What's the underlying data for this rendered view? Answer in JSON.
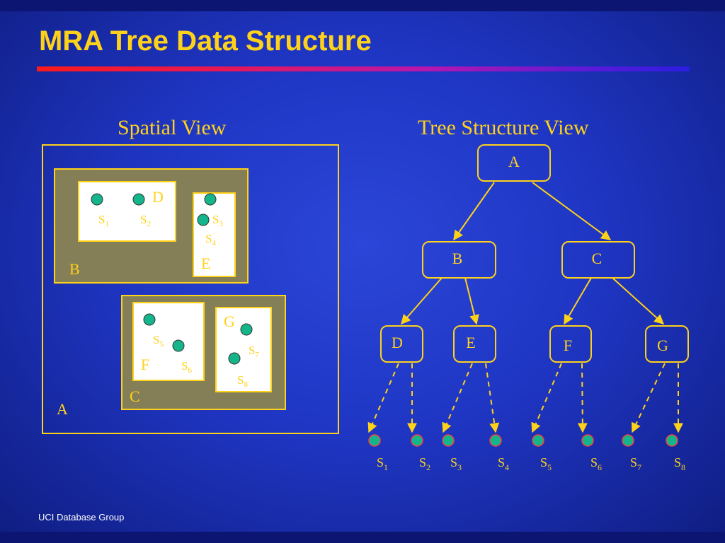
{
  "slide": {
    "title": "MRA Tree Data Structure",
    "footer": "UCI Database Group"
  },
  "spatial_view": {
    "heading": "Spatial View",
    "regions": {
      "A": "A",
      "B": "B",
      "C": "C",
      "D": "D",
      "E": "E",
      "F": "F",
      "G": "G"
    },
    "points": [
      {
        "base": "S",
        "sub": "1"
      },
      {
        "base": "S",
        "sub": "2"
      },
      {
        "base": "S",
        "sub": "3"
      },
      {
        "base": "S",
        "sub": "4"
      },
      {
        "base": "S",
        "sub": "5"
      },
      {
        "base": "S",
        "sub": "6"
      },
      {
        "base": "S",
        "sub": "7"
      },
      {
        "base": "S",
        "sub": "8"
      }
    ]
  },
  "tree_view": {
    "heading": "Tree Structure View",
    "nodes": [
      "A",
      "B",
      "C",
      "D",
      "E",
      "F",
      "G"
    ],
    "leaves": [
      {
        "base": "S",
        "sub": "1"
      },
      {
        "base": "S",
        "sub": "2"
      },
      {
        "base": "S",
        "sub": "3"
      },
      {
        "base": "S",
        "sub": "4"
      },
      {
        "base": "S",
        "sub": "5"
      },
      {
        "base": "S",
        "sub": "6"
      },
      {
        "base": "S",
        "sub": "7"
      },
      {
        "base": "S",
        "sub": "8"
      }
    ]
  },
  "colors": {
    "background": "#1f36c4",
    "accent_yellow": "#ffd21a",
    "region_olive": "#857f57",
    "point_green": "#14b58a",
    "node_text": "#ffd21a"
  }
}
